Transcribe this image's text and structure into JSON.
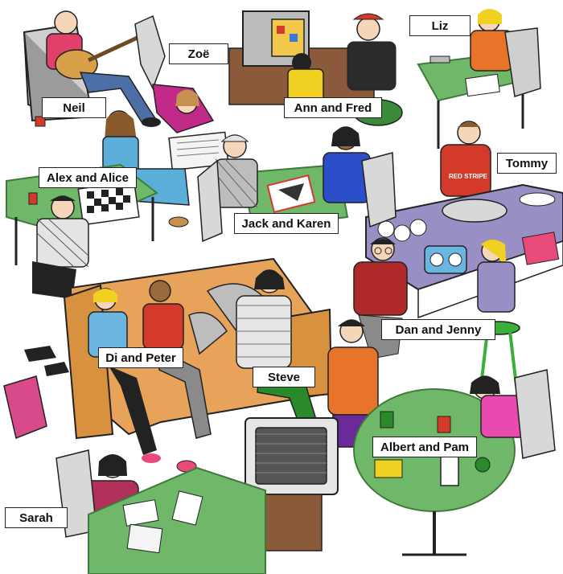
{
  "labels": {
    "neil": "Neil",
    "zoe": "Zoë",
    "ann_fred": "Ann and Fred",
    "liz": "Liz",
    "tommy": "Tommy",
    "alex_alice": "Alex and Alice",
    "jack_karen": "Jack and Karen",
    "dan_jenny": "Dan and Jenny",
    "di_peter": "Di and Peter",
    "steve": "Steve",
    "albert_pam": "Albert and Pam",
    "sarah": "Sarah"
  },
  "colors": {
    "table": "#6fb86a",
    "table_edge": "#3f7a3a",
    "sofa": "#e8a35a",
    "counter": "#9a8fc4",
    "outline": "#222222",
    "chair": "#bfbfbf"
  }
}
